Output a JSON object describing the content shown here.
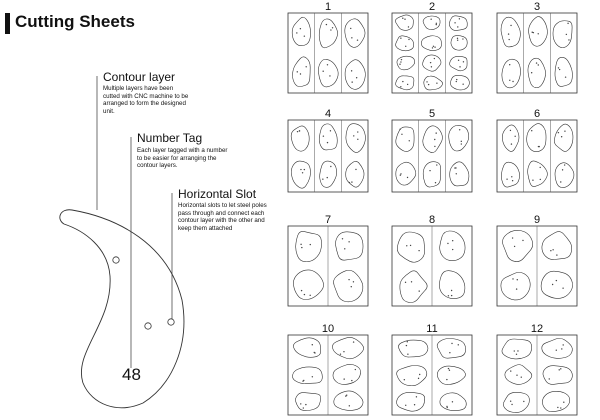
{
  "title": "Cutting Sheets",
  "annotations": [
    {
      "heading": "Contour layer",
      "text": "Multiple layers have been cutted with CNC machine to be arranged to form the designed unit."
    },
    {
      "heading": "Number Tag",
      "text": "Each layer tagged with a number to be easier for arranging the contour layers."
    },
    {
      "heading": "Horizontal Slot",
      "text": "Horizontal slots to let steel poles pass through and connect each contour layer with the other and keep them attached"
    }
  ],
  "layer_number_tag": "48",
  "sheets": [
    {
      "number": "1"
    },
    {
      "number": "2"
    },
    {
      "number": "3"
    },
    {
      "number": "4"
    },
    {
      "number": "5"
    },
    {
      "number": "6"
    },
    {
      "number": "7"
    },
    {
      "number": "8"
    },
    {
      "number": "9"
    },
    {
      "number": "10"
    },
    {
      "number": "11"
    },
    {
      "number": "12"
    }
  ],
  "colors": {
    "line": "#333333",
    "background": "#ffffff",
    "text": "#111111"
  }
}
